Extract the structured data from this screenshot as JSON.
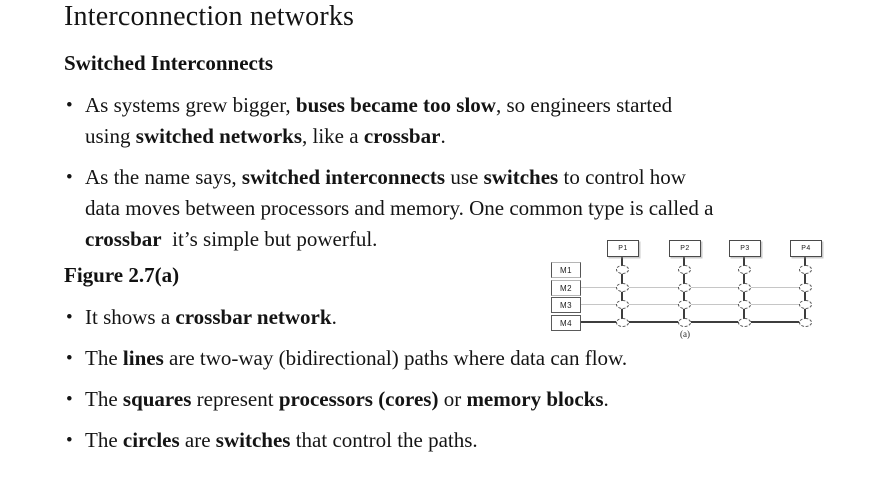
{
  "slide": {
    "title": "Interconnection networks",
    "subtitle": "Switched Interconnects",
    "bullet_char": "•",
    "bullets_top": [
      {
        "lines": [
          [
            {
              "t": "As systems grew bigger, "
            },
            {
              "t": "buses became too slow",
              "b": true
            },
            {
              "t": ", so engineers started"
            }
          ],
          [
            {
              "t": "using "
            },
            {
              "t": "switched networks",
              "b": true
            },
            {
              "t": ", like a "
            },
            {
              "t": "crossbar",
              "b": true
            },
            {
              "t": "."
            }
          ]
        ]
      },
      {
        "lines": [
          [
            {
              "t": "As the name says, "
            },
            {
              "t": "switched interconnects",
              "b": true
            },
            {
              "t": " use "
            },
            {
              "t": "switches",
              "b": true
            },
            {
              "t": " to control how"
            }
          ],
          [
            {
              "t": "data moves between processors and memory. One common type is called a"
            }
          ],
          [
            {
              "t": "crossbar",
              "b": true
            },
            {
              "t": "  it’s simple but powerful."
            }
          ]
        ]
      }
    ],
    "figure_heading": "Figure 2.7(a)",
    "bullets_bottom": [
      {
        "lines": [
          [
            {
              "t": "It shows a "
            },
            {
              "t": "crossbar network",
              "b": true
            },
            {
              "t": "."
            }
          ]
        ]
      },
      {
        "lines": [
          [
            {
              "t": "The "
            },
            {
              "t": "lines",
              "b": true
            },
            {
              "t": " are two-way (bidirectional) paths where data can flow."
            }
          ]
        ]
      },
      {
        "lines": [
          [
            {
              "t": "The "
            },
            {
              "t": "squares",
              "b": true
            },
            {
              "t": " represent "
            },
            {
              "t": "processors (cores)",
              "b": true
            },
            {
              "t": " or "
            },
            {
              "t": "memory blocks",
              "b": true
            },
            {
              "t": "."
            }
          ]
        ]
      },
      {
        "lines": [
          [
            {
              "t": "The "
            },
            {
              "t": "circles",
              "b": true
            },
            {
              "t": " are "
            },
            {
              "t": "switches",
              "b": true
            },
            {
              "t": " that control the paths."
            }
          ]
        ]
      }
    ]
  },
  "diagram": {
    "processors": [
      "P1",
      "P2",
      "P3",
      "P4"
    ],
    "memories": [
      "M1",
      "M2",
      "M3",
      "M4"
    ],
    "caption": "(a)",
    "colors": {
      "line_dark": "#3d3d3d",
      "line_light": "#c6c6c6",
      "box_border": "#4a4a4a"
    }
  }
}
